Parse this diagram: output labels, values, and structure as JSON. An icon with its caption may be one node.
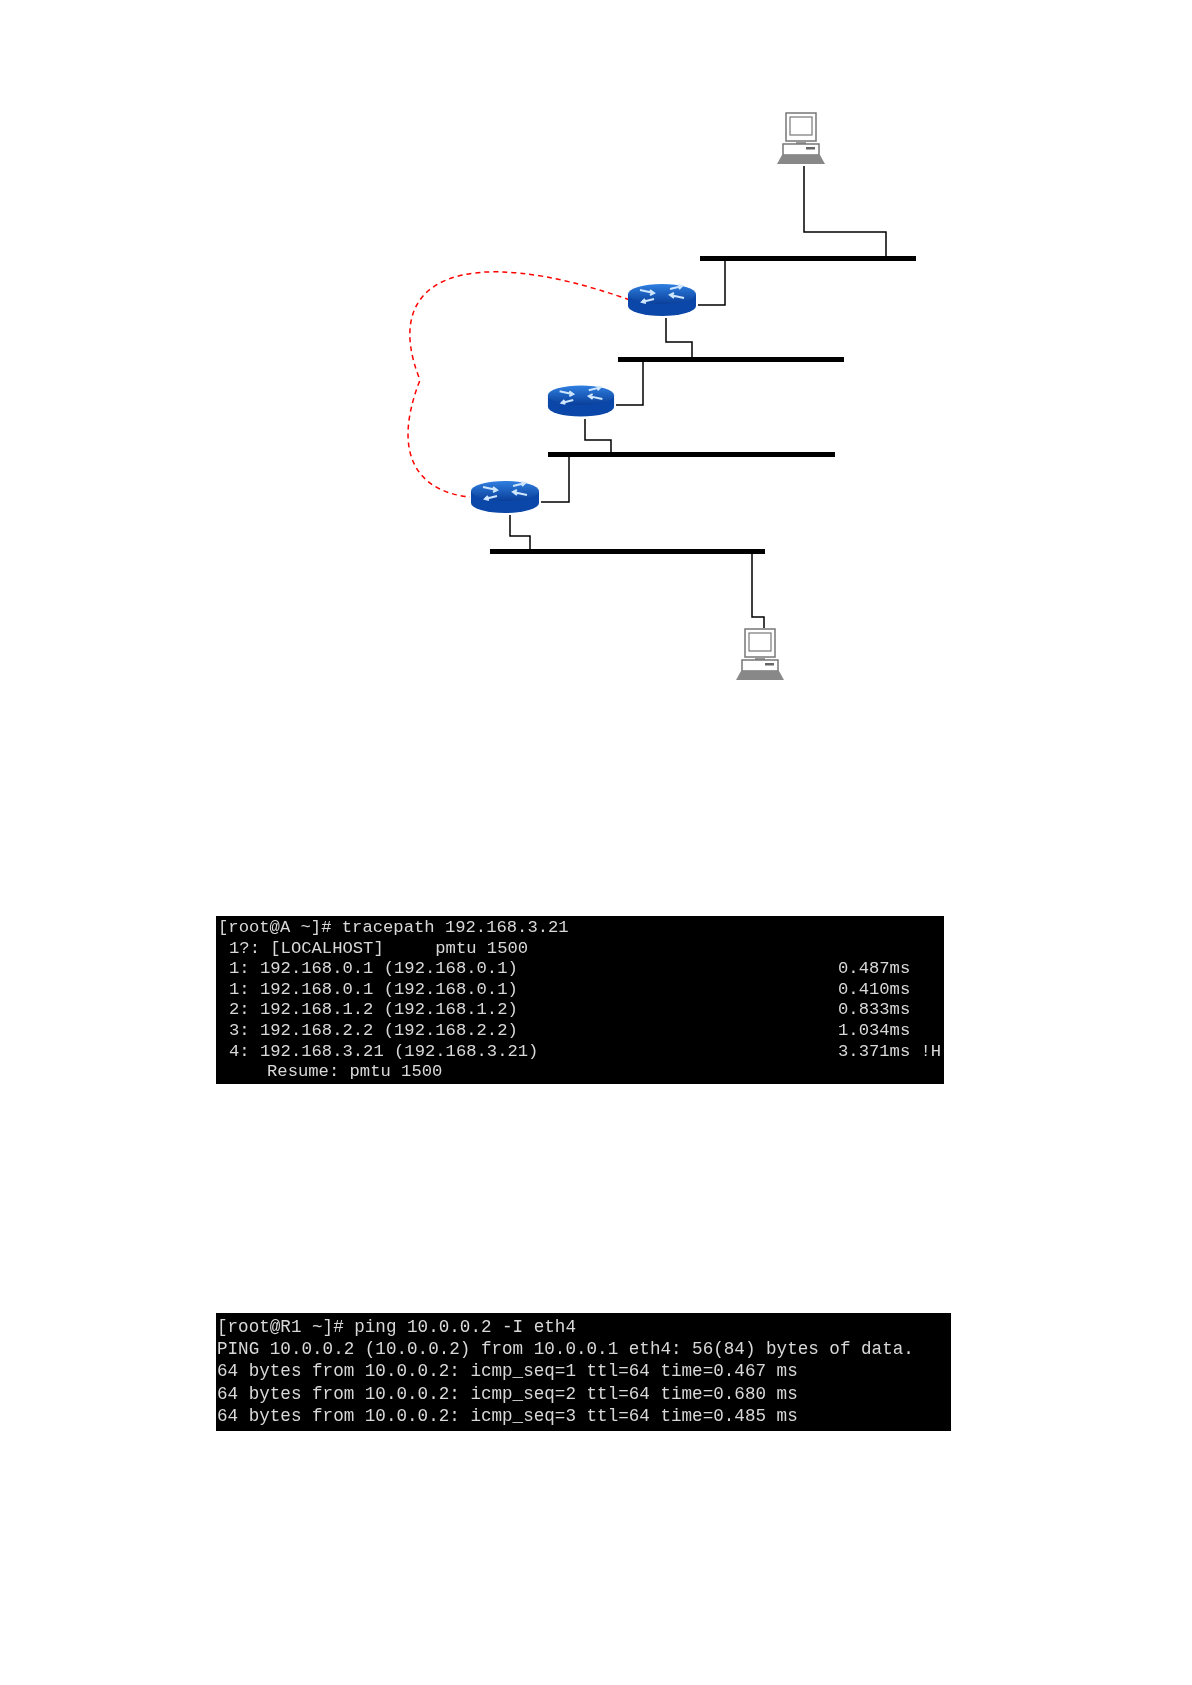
{
  "diagram": {
    "nodes": [
      {
        "text": [],
        "shape": "picture"
      },
      {
        "text": [],
        "shape": "bar"
      },
      {
        "text": [],
        "shape": "picture"
      },
      {
        "text": [],
        "shape": "bar"
      },
      {
        "text": [],
        "shape": "picture"
      },
      {
        "text": [],
        "shape": "bar"
      },
      {
        "text": [],
        "shape": "picture"
      },
      {
        "text": [],
        "shape": "bar"
      },
      {
        "text": [],
        "shape": "picture"
      }
    ],
    "edges": [
      {
        "from": 0,
        "to": 1,
        "arrow": "none"
      },
      {
        "from": 1,
        "to": 2,
        "arrow": "none"
      },
      {
        "from": 2,
        "to": 3,
        "arrow": "none"
      },
      {
        "from": 3,
        "to": 4,
        "arrow": "none"
      },
      {
        "from": 4,
        "to": 5,
        "arrow": "none"
      },
      {
        "from": 5,
        "to": 6,
        "arrow": "none"
      },
      {
        "from": 6,
        "to": 7,
        "arrow": "none"
      },
      {
        "from": 7,
        "to": 8,
        "arrow": "none"
      },
      {
        "from": 2,
        "to": 6,
        "arrow": "none",
        "style": "dashed",
        "color": "#ff0000"
      }
    ],
    "labels": [
      "[root@A ~]# tracepath 192.168.3.21",
      "1?: [LOCALHOST]     pmtu 1500",
      "1: 192.168.0.1 (192.168.0.1)",
      "0.487ms",
      "1: 192.168.0.1 (192.168.0.1)",
      "0.410ms",
      "2: 192.168.1.2 (192.168.1.2)",
      "0.833ms",
      "3: 192.168.2.2 (192.168.2.2)",
      "1.034ms",
      "4: 192.168.3.21 (192.168.3.21)",
      "3.371ms !H",
      "Resume: pmtu 1500",
      "[root@R1 ~]# ping 10.0.0.2 -I eth4",
      "PING 10.0.0.2 (10.0.0.2) from 10.0.0.1 eth4: 56(84) bytes of data.",
      "64 bytes from 10.0.0.2: icmp_seq=1 ttl=64 time=0.467 ms",
      "64 bytes from 10.0.0.2: icmp_seq=2 ttl=64 time=0.680 ms",
      "64 bytes from 10.0.0.2: icmp_seq=3 ttl=64 time=0.485 ms"
    ]
  }
}
